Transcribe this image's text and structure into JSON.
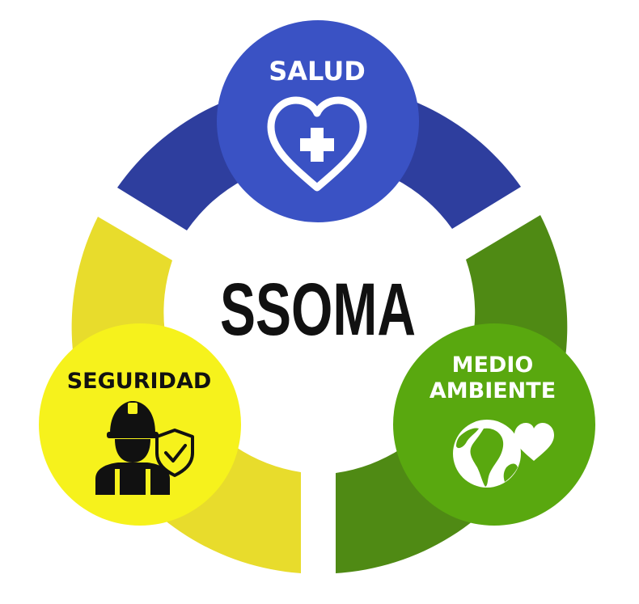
{
  "center": {
    "title": "SSOMA"
  },
  "segments": {
    "salud": {
      "label": "SALUD",
      "icon": "heart-plus-icon"
    },
    "seguridad": {
      "label": "SEGURIDAD",
      "icon": "worker-shield-icon"
    },
    "medio_ambiente": {
      "label_line1": "MEDIO",
      "label_line2": "AMBIENTE",
      "icon": "globe-heart-icon"
    }
  },
  "colors": {
    "blue_ring": "#2e3e9e",
    "blue_circle": "#3a52c4",
    "yellow_ring": "#e8dc2c",
    "yellow_circle": "#f6f21c",
    "green_ring": "#4f8a14",
    "green_circle": "#59a80f",
    "text_dark": "#111111",
    "text_light": "#ffffff"
  }
}
